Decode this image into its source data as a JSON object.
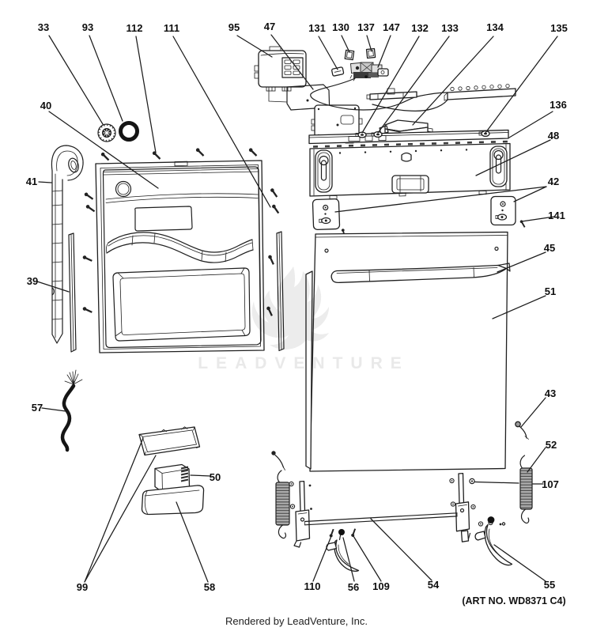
{
  "document": {
    "watermark_text": "LEADVENTURE",
    "art_no": "(ART NO. WD8371 C4)",
    "footer": "Rendered by LeadVenture, Inc."
  },
  "callouts": [
    {
      "label": "33"
    },
    {
      "label": "93"
    },
    {
      "label": "112"
    },
    {
      "label": "111"
    },
    {
      "label": "95"
    },
    {
      "label": "47"
    },
    {
      "label": "131"
    },
    {
      "label": "130"
    },
    {
      "label": "137"
    },
    {
      "label": "147"
    },
    {
      "label": "132"
    },
    {
      "label": "133"
    },
    {
      "label": "134"
    },
    {
      "label": "135"
    },
    {
      "label": "40"
    },
    {
      "label": "41"
    },
    {
      "label": "39"
    },
    {
      "label": "57"
    },
    {
      "label": "136"
    },
    {
      "label": "48"
    },
    {
      "label": "42"
    },
    {
      "label": "141"
    },
    {
      "label": "45"
    },
    {
      "label": "51"
    },
    {
      "label": "43"
    },
    {
      "label": "52"
    },
    {
      "label": "107"
    },
    {
      "label": "99"
    },
    {
      "label": "50"
    },
    {
      "label": "58"
    },
    {
      "label": "110"
    },
    {
      "label": "56"
    },
    {
      "label": "109"
    },
    {
      "label": "54"
    },
    {
      "label": "55"
    }
  ]
}
